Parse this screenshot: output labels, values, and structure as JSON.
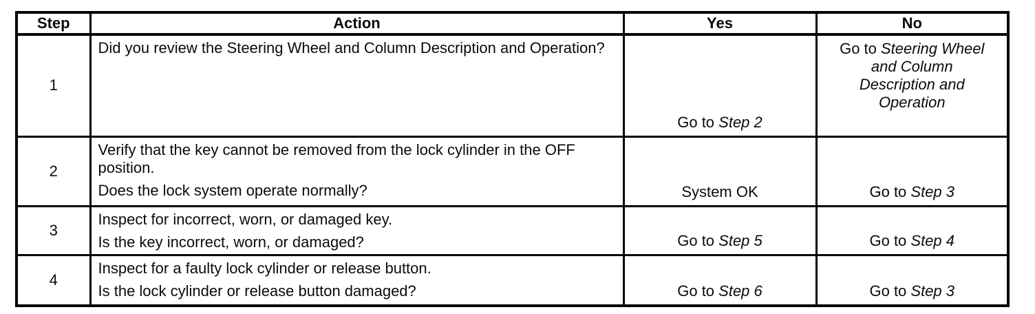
{
  "table": {
    "headers": {
      "step": "Step",
      "action": "Action",
      "yes": "Yes",
      "no": "No"
    },
    "rows": [
      {
        "step": "1",
        "statement": "Did you review the Steering Wheel and Column Description and Operation?",
        "question": "",
        "yes": {
          "prefix": "Go to ",
          "italic": "Step 2"
        },
        "no": {
          "prefix": "Go to ",
          "italic_lines": [
            "Steering Wheel",
            "and Column",
            "Description and",
            "Operation"
          ]
        }
      },
      {
        "step": "2",
        "statement": "Verify that the key cannot be removed from the lock cylinder in the OFF position.",
        "question": "Does the lock system operate normally?",
        "yes": {
          "prefix": "System OK",
          "italic": ""
        },
        "no": {
          "prefix": "Go to ",
          "italic": "Step 3"
        }
      },
      {
        "step": "3",
        "statement": "Inspect for incorrect, worn, or damaged key.",
        "question": "Is the key incorrect, worn, or damaged?",
        "yes": {
          "prefix": "Go to ",
          "italic": "Step 5"
        },
        "no": {
          "prefix": "Go to ",
          "italic": "Step 4"
        }
      },
      {
        "step": "4",
        "statement": "Inspect for a faulty lock cylinder or release button.",
        "question": "Is the lock cylinder or release button damaged?",
        "yes": {
          "prefix": "Go to ",
          "italic": "Step 6"
        },
        "no": {
          "prefix": "Go to ",
          "italic": "Step 3"
        }
      }
    ],
    "colors": {
      "border": "#000000",
      "text": "#0b0b0b",
      "background": "#ffffff"
    }
  }
}
